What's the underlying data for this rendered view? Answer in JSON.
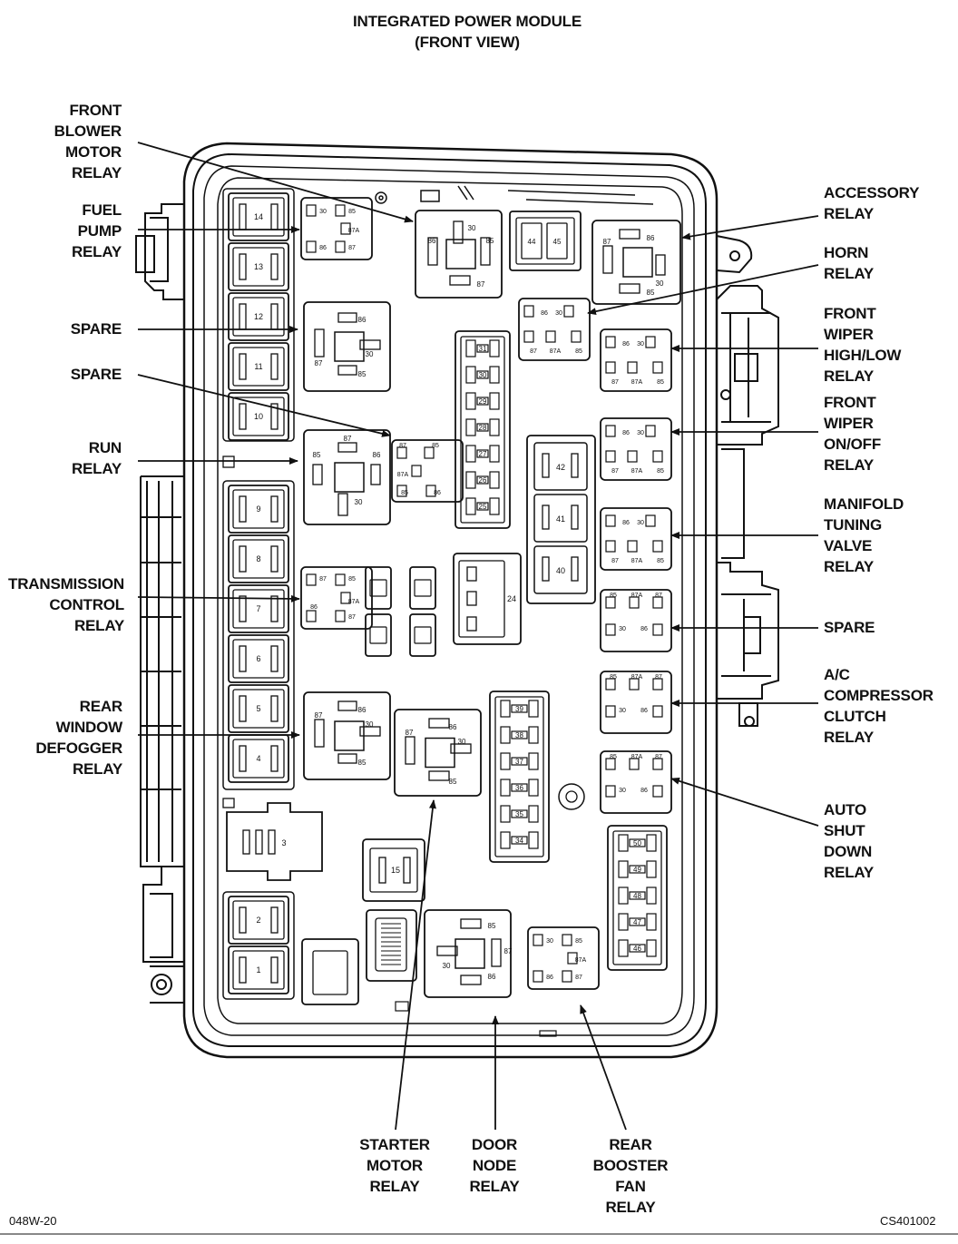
{
  "title": {
    "line1": "INTEGRATED POWER MODULE",
    "line2": "(FRONT VIEW)"
  },
  "labels": {
    "front_blower_motor_relay": [
      "FRONT",
      "BLOWER",
      "MOTOR",
      "RELAY"
    ],
    "fuel_pump_relay": [
      "FUEL",
      "PUMP",
      "RELAY"
    ],
    "spare_1": [
      "SPARE"
    ],
    "spare_2": [
      "SPARE"
    ],
    "run_relay": [
      "RUN",
      "RELAY"
    ],
    "transmission_control_relay": [
      "TRANSMISSION",
      "CONTROL",
      "RELAY"
    ],
    "rear_window_defogger_relay": [
      "REAR",
      "WINDOW",
      "DEFOGGER",
      "RELAY"
    ],
    "accessory_relay": [
      "ACCESSORY",
      "RELAY"
    ],
    "horn_relay": [
      "HORN",
      "RELAY"
    ],
    "front_wiper_high_low_relay": [
      "FRONT",
      "WIPER",
      "HIGH/LOW",
      "RELAY"
    ],
    "front_wiper_on_off_relay": [
      "FRONT",
      "WIPER",
      "ON/OFF",
      "RELAY"
    ],
    "manifold_tuning_valve_relay": [
      "MANIFOLD",
      "TUNING",
      "VALVE",
      "RELAY"
    ],
    "spare_3": [
      "SPARE"
    ],
    "ac_compressor_clutch_relay": [
      "A/C",
      "COMPRESSOR",
      "CLUTCH",
      "RELAY"
    ],
    "auto_shut_down_relay": [
      "AUTO",
      "SHUT",
      "DOWN",
      "RELAY"
    ],
    "starter_motor_relay": [
      "STARTER",
      "MOTOR",
      "RELAY"
    ],
    "door_node_relay": [
      "DOOR",
      "NODE",
      "RELAY"
    ],
    "rear_booster_fan_relay": [
      "REAR",
      "BOOSTER",
      "FAN",
      "RELAY"
    ]
  },
  "footer": {
    "left": "048W-20",
    "right": "CS401002"
  },
  "fuse_numbers": {
    "left_column": [
      "14",
      "13",
      "12",
      "11",
      "10",
      "9",
      "8",
      "7",
      "6",
      "5",
      "4"
    ],
    "bottom_left": [
      "2",
      "1"
    ],
    "large_3": "3",
    "large_15": "15",
    "large_24": "24",
    "cartridge_right": [
      "42",
      "41",
      "40"
    ],
    "mini_center_upper": [
      "31",
      "30",
      "29",
      "28",
      "27",
      "26",
      "25"
    ],
    "mini_center_lower": [
      "39",
      "38",
      "37",
      "36",
      "35",
      "34"
    ],
    "mini_right_lower": [
      "50",
      "49",
      "48",
      "47",
      "46"
    ],
    "top_pair": [
      "44",
      "45"
    ]
  },
  "pin_labels": {
    "p30": "30",
    "p85": "85",
    "p86": "86",
    "p87": "87",
    "p87a": "87A"
  }
}
